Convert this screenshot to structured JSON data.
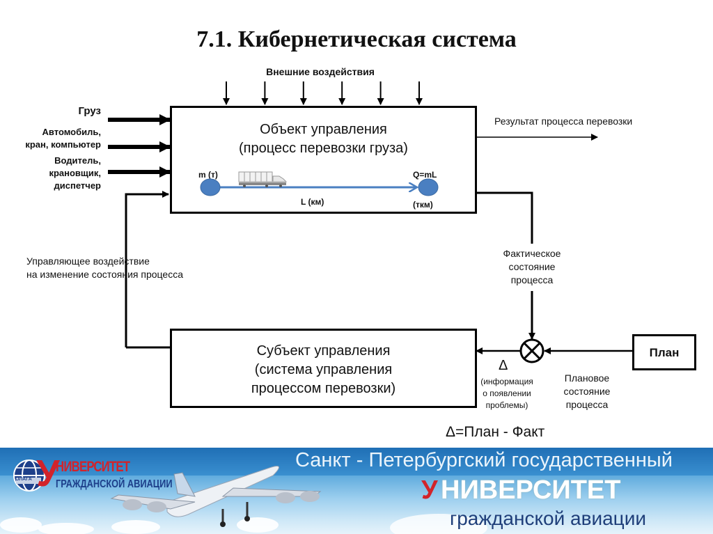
{
  "title": "7.1. Кибернетическая система",
  "external_influences": {
    "label": "Внешние воздействия",
    "arrow_count": 6
  },
  "inputs": [
    {
      "label": "Груз"
    },
    {
      "label_lines": [
        "Автомобиль,",
        "кран, компьютер"
      ]
    },
    {
      "label_lines": [
        "Водитель,",
        "крановщик,",
        "диспетчер"
      ]
    }
  ],
  "control_object": {
    "title_lines": [
      "Объект управления",
      "(процесс перевозки груза)"
    ],
    "start_label": "m (т)",
    "end_label": "Q=mL",
    "distance_label": "L (км)",
    "unit_label": "(ткм)",
    "node_color": "#4a7fc1",
    "line_color": "#4a7fc1"
  },
  "output_label": "Результат процесса перевозки",
  "control_action_lines": [
    "Управляющее воздействие",
    "на изменение состояния процесса"
  ],
  "actual_state_lines": [
    "Фактическое",
    "состояние",
    "процесса"
  ],
  "control_subject": {
    "title_lines": [
      "Субъект управления",
      "(система управления",
      "процессом перевозки)"
    ]
  },
  "comparator": {
    "symbol": "⊗"
  },
  "delta": {
    "symbol": "Δ",
    "info_lines": [
      "(информация",
      "о появлении",
      "проблемы)"
    ],
    "formula": "Δ=План - Факт"
  },
  "plan": {
    "label": "План"
  },
  "planned_state_lines": [
    "Плановое",
    "состояние",
    "процесса"
  ],
  "banner": {
    "logo_top": "НИВЕРСИТЕТ",
    "logo_initial": "У",
    "logo_bottom": "ГРАЖДАНСКОЙ АВИАЦИИ",
    "logo_badge": "ОЛАГА",
    "line1": "Санкт - Петербургский государственный",
    "line2_initial": "У",
    "line2_rest": "НИВЕРСИТЕТ",
    "line3": "гражданской авиации",
    "accent_color": "#d2232a"
  }
}
